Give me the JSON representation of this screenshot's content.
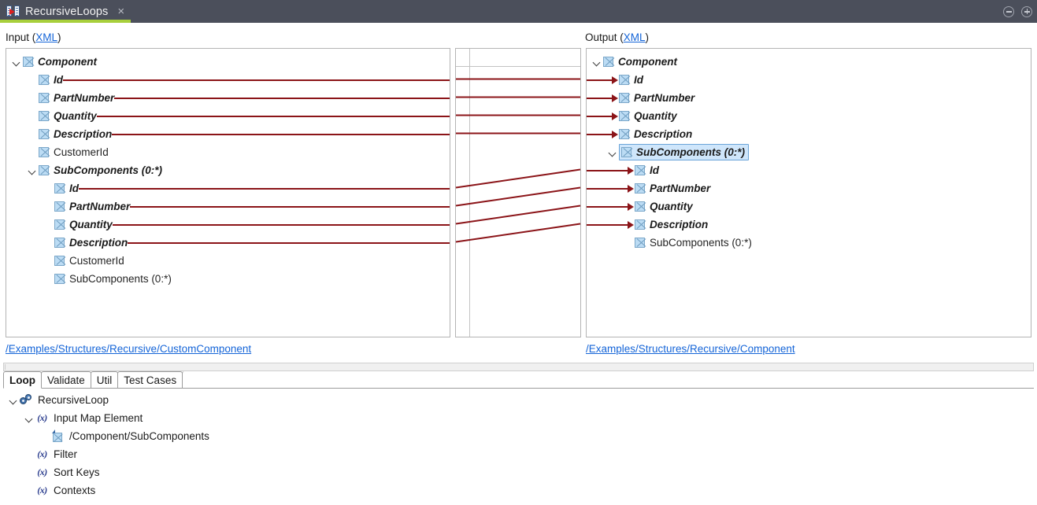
{
  "titlebar": {
    "tab_label": "RecursiveLoops",
    "close_label": "×",
    "icon": "mapping-doc-icon",
    "buttons": [
      {
        "name": "collapse-all-button",
        "icon": "minus-circle-icon"
      },
      {
        "name": "expand-all-button",
        "icon": "plus-circle-icon"
      }
    ]
  },
  "input_section": {
    "label_prefix": "Input (",
    "label_link": "XML",
    "label_suffix": ")",
    "path": "/Examples/Structures/Recursive/CustomComponent",
    "tree": [
      {
        "label": "Component",
        "indent": 0,
        "twisty": "expanded",
        "style": "mapped",
        "mapped": false
      },
      {
        "label": "Id",
        "indent": 1,
        "twisty": "none",
        "style": "mapped",
        "mapped": true
      },
      {
        "label": "PartNumber",
        "indent": 1,
        "twisty": "none",
        "style": "mapped",
        "mapped": true
      },
      {
        "label": "Quantity",
        "indent": 1,
        "twisty": "none",
        "style": "mapped",
        "mapped": true
      },
      {
        "label": "Description",
        "indent": 1,
        "twisty": "none",
        "style": "mapped",
        "mapped": true
      },
      {
        "label": "CustomerId",
        "indent": 1,
        "twisty": "none",
        "style": "plain",
        "mapped": false
      },
      {
        "label": "SubComponents (0:*)",
        "indent": 1,
        "twisty": "expanded",
        "style": "mapped",
        "mapped": false
      },
      {
        "label": "Id",
        "indent": 2,
        "twisty": "none",
        "style": "mapped",
        "mapped": true
      },
      {
        "label": "PartNumber",
        "indent": 2,
        "twisty": "none",
        "style": "mapped",
        "mapped": true
      },
      {
        "label": "Quantity",
        "indent": 2,
        "twisty": "none",
        "style": "mapped",
        "mapped": true
      },
      {
        "label": "Description",
        "indent": 2,
        "twisty": "none",
        "style": "mapped",
        "mapped": true
      },
      {
        "label": "CustomerId",
        "indent": 2,
        "twisty": "none",
        "style": "plain",
        "mapped": false
      },
      {
        "label": "SubComponents (0:*)",
        "indent": 2,
        "twisty": "none",
        "style": "plain",
        "mapped": false
      }
    ]
  },
  "output_section": {
    "label_prefix": "Output (",
    "label_link": "XML",
    "label_suffix": ")",
    "path": "/Examples/Structures/Recursive/Component",
    "tree": [
      {
        "label": "Component",
        "indent": 0,
        "twisty": "expanded",
        "style": "mapped",
        "arrow": false,
        "selected": false
      },
      {
        "label": "Id",
        "indent": 1,
        "twisty": "none",
        "style": "mapped",
        "arrow": true,
        "selected": false
      },
      {
        "label": "PartNumber",
        "indent": 1,
        "twisty": "none",
        "style": "mapped",
        "arrow": true,
        "selected": false
      },
      {
        "label": "Quantity",
        "indent": 1,
        "twisty": "none",
        "style": "mapped",
        "arrow": true,
        "selected": false
      },
      {
        "label": "Description",
        "indent": 1,
        "twisty": "none",
        "style": "mapped",
        "arrow": true,
        "selected": false
      },
      {
        "label": "SubComponents (0:*)",
        "indent": 1,
        "twisty": "expanded",
        "style": "mapped",
        "arrow": false,
        "selected": true
      },
      {
        "label": "Id",
        "indent": 2,
        "twisty": "none",
        "style": "mapped",
        "arrow": true,
        "selected": false
      },
      {
        "label": "PartNumber",
        "indent": 2,
        "twisty": "none",
        "style": "mapped",
        "arrow": true,
        "selected": false
      },
      {
        "label": "Quantity",
        "indent": 2,
        "twisty": "none",
        "style": "mapped",
        "arrow": true,
        "selected": false
      },
      {
        "label": "Description",
        "indent": 2,
        "twisty": "none",
        "style": "mapped",
        "arrow": true,
        "selected": false
      },
      {
        "label": "SubComponents (0:*)",
        "indent": 2,
        "twisty": "none",
        "style": "plain",
        "arrow": false,
        "selected": false
      }
    ]
  },
  "colors": {
    "wire": "#8b1418",
    "accent_tab": "#a8cf3c",
    "titlebar": "#4b4f5b",
    "link": "#1565d8",
    "selection": "#cfe6fb",
    "node_icon": "#bcdcf4"
  },
  "bottom_tabs": [
    {
      "label": "Loop",
      "active": true
    },
    {
      "label": "Validate",
      "active": false
    },
    {
      "label": "Util",
      "active": false
    },
    {
      "label": "Test Cases",
      "active": false
    }
  ],
  "bottom_tree": [
    {
      "label": "RecursiveLoop",
      "indent": 0,
      "twisty": "expanded",
      "icon": "gears-icon"
    },
    {
      "label": "Input Map Element",
      "indent": 1,
      "twisty": "expanded",
      "icon": "function-fx-icon"
    },
    {
      "label": "/Component/SubComponents",
      "indent": 2,
      "twisty": "none",
      "icon": "xpath-element-icon"
    },
    {
      "label": "Filter",
      "indent": 1,
      "twisty": "none",
      "icon": "function-fx-icon"
    },
    {
      "label": "Sort Keys",
      "indent": 1,
      "twisty": "none",
      "icon": "function-fx-icon"
    },
    {
      "label": "Contexts",
      "indent": 1,
      "twisty": "none",
      "icon": "function-fx-icon"
    }
  ],
  "fx_glyph": "(x)",
  "connectors": {
    "description": "mapping wires from input nodes to output nodes",
    "links": [
      {
        "from": "Component/Id",
        "to": "Component/Id"
      },
      {
        "from": "Component/PartNumber",
        "to": "Component/PartNumber"
      },
      {
        "from": "Component/Quantity",
        "to": "Component/Quantity"
      },
      {
        "from": "Component/Description",
        "to": "Component/Description"
      },
      {
        "from": "Component/SubComponents/Id",
        "to": "Component/SubComponents/Id"
      },
      {
        "from": "Component/SubComponents/PartNumber",
        "to": "Component/SubComponents/PartNumber"
      },
      {
        "from": "Component/SubComponents/Quantity",
        "to": "Component/SubComponents/Quantity"
      },
      {
        "from": "Component/SubComponents/Description",
        "to": "Component/SubComponents/Description"
      }
    ]
  }
}
